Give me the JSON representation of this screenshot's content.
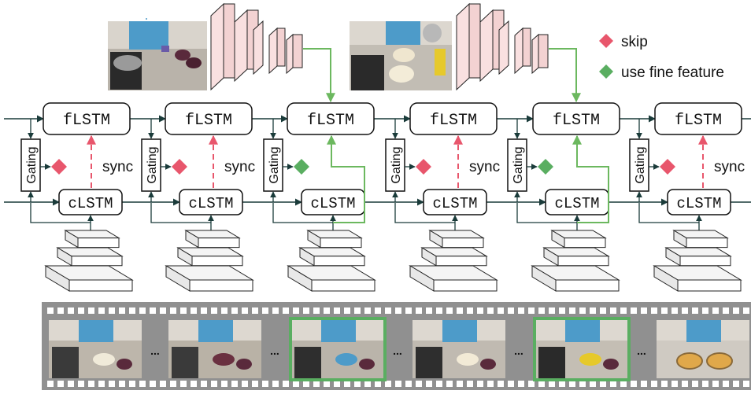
{
  "legend": {
    "skip_label": "skip",
    "fine_label": "use fine feature",
    "skip_color": "#e8566c",
    "fine_color": "#5aae61"
  },
  "colors": {
    "fine_path": "#6cb85f",
    "sync_arrow": "#e8566c",
    "arrow": "#1a3b3a",
    "cnn_fill": "#f9e0e0"
  },
  "timesteps": [
    {
      "fine": "fLSTM",
      "coarse": "cLSTM",
      "gating": "Gating",
      "decision": "skip",
      "sync": "sync"
    },
    {
      "fine": "fLSTM",
      "coarse": "cLSTM",
      "gating": "Gating",
      "decision": "skip",
      "sync": "sync"
    },
    {
      "fine": "fLSTM",
      "coarse": "cLSTM",
      "gating": "Gating",
      "decision": "fine",
      "sync": ""
    },
    {
      "fine": "fLSTM",
      "coarse": "cLSTM",
      "gating": "Gating",
      "decision": "skip",
      "sync": "sync"
    },
    {
      "fine": "fLSTM",
      "coarse": "cLSTM",
      "gating": "Gating",
      "decision": "fine",
      "sync": ""
    },
    {
      "fine": "fLSTM",
      "coarse": "cLSTM",
      "gating": "Gating",
      "decision": "skip",
      "sync": "sync"
    }
  ],
  "filmstrip": {
    "separator": "...",
    "frames": [
      {
        "scene": "mixer-flour",
        "highlight": false
      },
      {
        "scene": "mixer-bowl",
        "highlight": false
      },
      {
        "scene": "mixer-start",
        "highlight": true
      },
      {
        "scene": "mixer-batter",
        "highlight": false
      },
      {
        "scene": "batter-pour",
        "highlight": true
      },
      {
        "scene": "cake-pans",
        "highlight": false
      }
    ]
  }
}
